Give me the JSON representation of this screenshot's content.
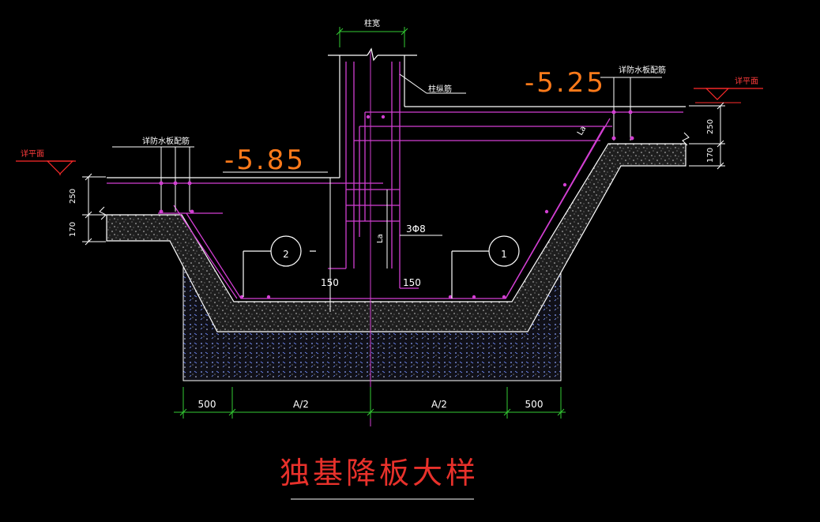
{
  "drawing": {
    "title": "独基降板大样",
    "column_width_label": "柱宽",
    "column_rebar_label": "柱纵筋",
    "waterproof_rebar_label_left": "详防水板配筋",
    "waterproof_rebar_label_right": "详防水板配筋",
    "plan_ref_left": "详平面",
    "plan_ref_right": "详平面",
    "elevation_left": "-5.85",
    "elevation_right": "-5.25",
    "anchor_label_slope": "La",
    "anchor_label_center": "La",
    "stirrup_label": "3Φ8",
    "callout_1": "1",
    "callout_2": "2",
    "dim_150_left": "150",
    "dim_150_right": "150",
    "dim_250_left": "250",
    "dim_170_left": "170",
    "dim_250_right": "250",
    "dim_170_right": "170",
    "bottom_dims": [
      "500",
      "A/2",
      "A/2",
      "500"
    ]
  },
  "colors": {
    "background": "#000000",
    "lines": "#ffffff",
    "rebar": "#d23fd2",
    "dimension": "#33cc33",
    "elevation_text": "#ff7a1a",
    "title_text": "#e8312b",
    "plan_marker": "#ff2b2b",
    "concrete_fill": "#2a2a2a"
  }
}
